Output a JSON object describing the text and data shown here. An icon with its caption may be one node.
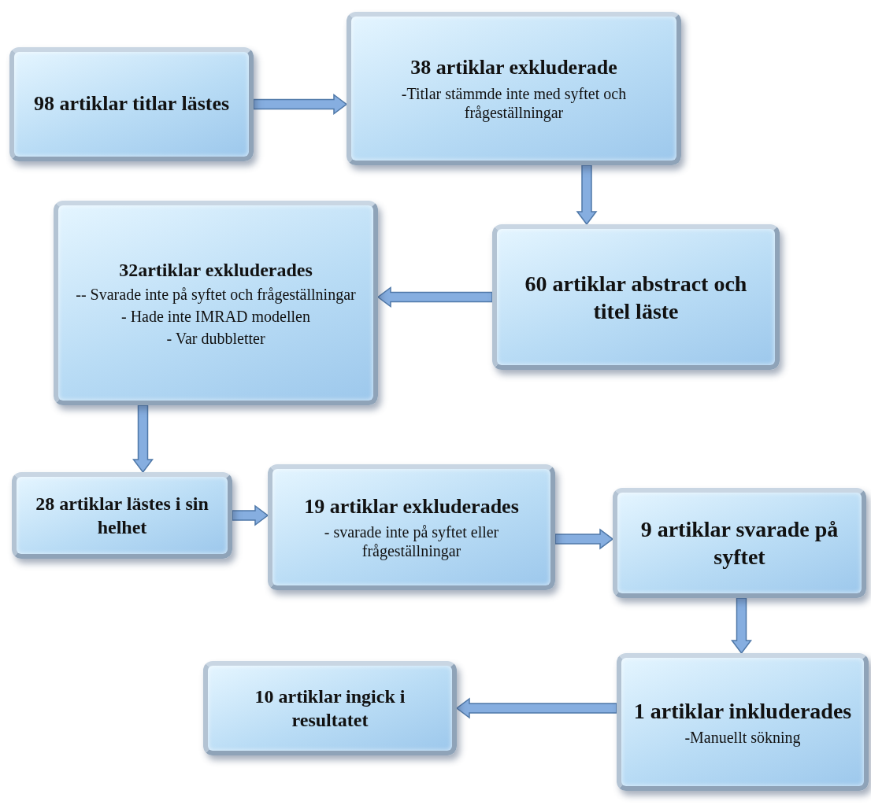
{
  "diagram": {
    "nodes": [
      {
        "text": [
          "98 artiklar titlar lästes"
        ]
      },
      {
        "text": [
          "38 artiklar exkluderade",
          "-Titlar stämmde inte med syftet och frågeställningar"
        ]
      },
      {
        "text": [
          "60 artiklar abstract och titel läste"
        ]
      },
      {
        "text": [
          "32artiklar exkluderades",
          "-- Svarade inte på syftet och frågeställningar",
          "- Hade inte IMRAD modellen",
          "- Var dubbletter"
        ]
      },
      {
        "text": [
          "28 artiklar lästes i sin helhet"
        ]
      },
      {
        "text": [
          "19 artiklar exkluderades",
          "- svarade inte på syftet eller frågeställningar"
        ]
      },
      {
        "text": [
          "9 artiklar svarade på syftet"
        ]
      },
      {
        "text": [
          "10 artiklar ingick i resultatet"
        ]
      },
      {
        "text": [
          "1 artiklar inkluderades",
          "-Manuellt sökning"
        ]
      }
    ],
    "edges": [
      {
        "from": 0,
        "to": 1,
        "arrow": "to"
      },
      {
        "from": 1,
        "to": 2,
        "arrow": "to"
      },
      {
        "from": 2,
        "to": 3,
        "arrow": "to"
      },
      {
        "from": 3,
        "to": 4,
        "arrow": "to"
      },
      {
        "from": 4,
        "to": 5,
        "arrow": "to"
      },
      {
        "from": 5,
        "to": 6,
        "arrow": "to"
      },
      {
        "from": 6,
        "to": 8,
        "arrow": "to"
      },
      {
        "from": 8,
        "to": 7,
        "arrow": "to"
      }
    ]
  }
}
